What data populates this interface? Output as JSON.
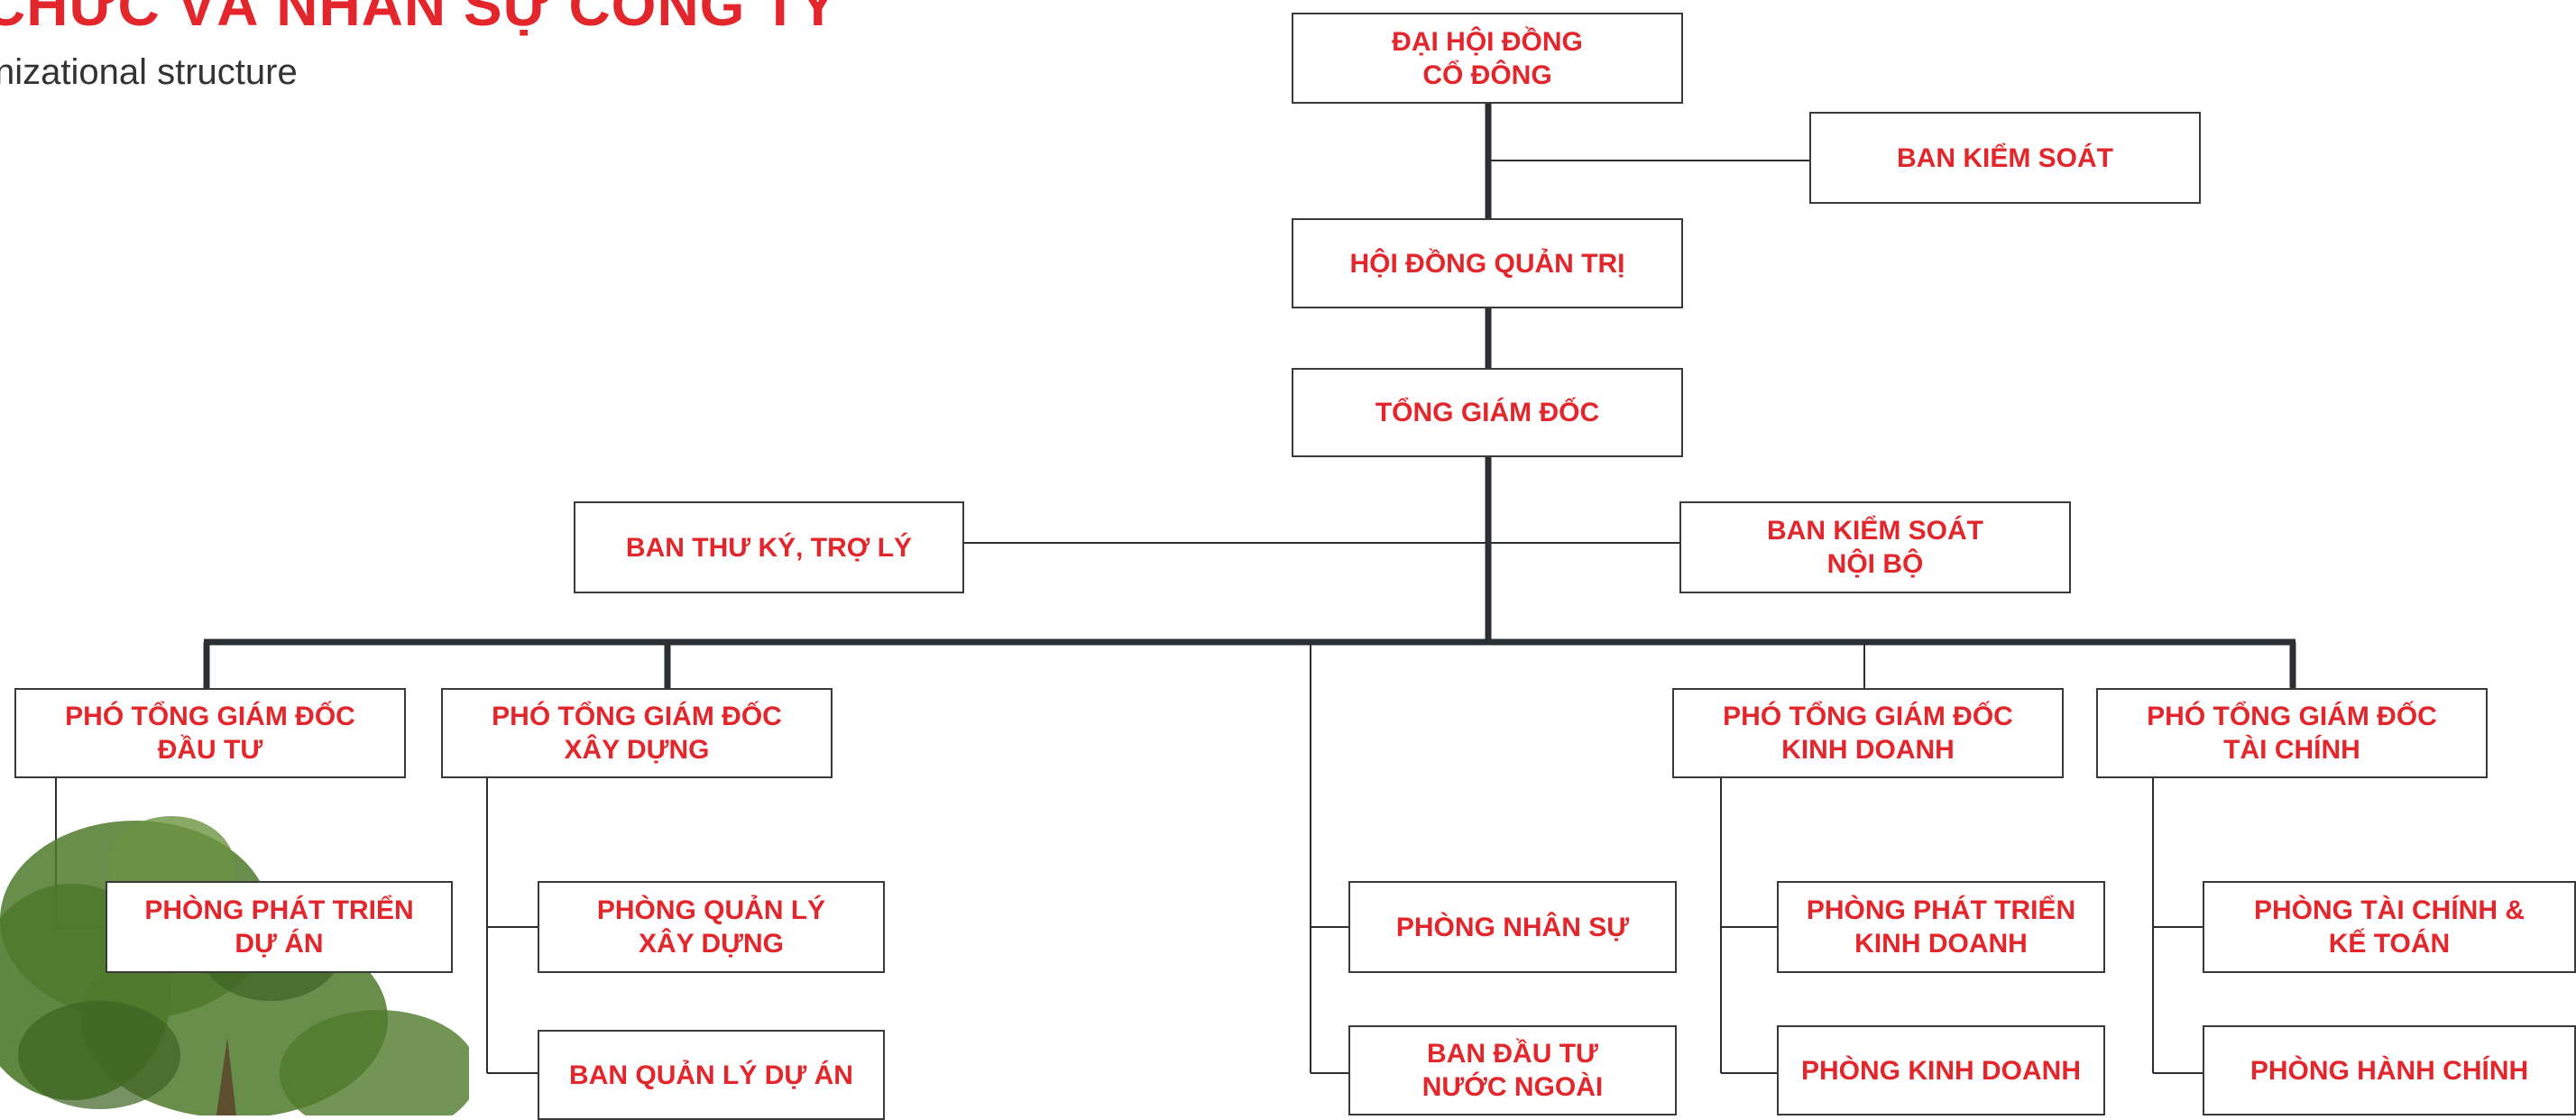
{
  "header": {
    "title": "CHỨC VÀ NHÂN SỰ CÔNG TY",
    "subtitle": "nizational structure"
  },
  "nodes": {
    "dhdcd": "ĐẠI HỘI ĐỒNG\nCỔ ĐÔNG",
    "bks": "BAN KIỂM SOÁT",
    "hdqt": "HỘI ĐỒNG QUẢN TRỊ",
    "tgd": "TỔNG GIÁM ĐỐC",
    "btk": "BAN THƯ KÝ, TRỢ LÝ",
    "bksnb": "BAN KIỂM SOÁT\nNỘI BỘ",
    "ptgd_dt": "PHÓ TỔNG GIÁM ĐỐC\nĐẦU TƯ",
    "ptgd_xd": "PHÓ TỔNG GIÁM ĐỐC\nXÂY DỰNG",
    "ptgd_kd": "PHÓ TỔNG GIÁM ĐỐC\nKINH DOANH",
    "ptgd_tc": "PHÓ TỔNG GIÁM ĐỐC\nTÀI CHÍNH",
    "pptda": "PHÒNG PHÁT TRIỂN\nDỰ ÁN",
    "pqlxd": "PHÒNG QUẢN LÝ\nXÂY DỰNG",
    "bqlda": "BAN QUẢN LÝ DỰ ÁN",
    "pns": "PHÒNG NHÂN SỰ",
    "bdtnn": "BAN ĐẦU TƯ\nNƯỚC NGOÀI",
    "pptkd": "PHÒNG PHÁT TRIỂN\nKINH DOANH",
    "pkd": "PHÒNG KINH DOANH",
    "ptckt": "PHÒNG TÀI CHÍNH &\nKẾ TOÁN",
    "phc": "PHÒNG HÀNH CHÍNH"
  },
  "colors": {
    "accent": "#e3262b",
    "line": "#2b2f33",
    "tree": "#4f7a2c"
  }
}
